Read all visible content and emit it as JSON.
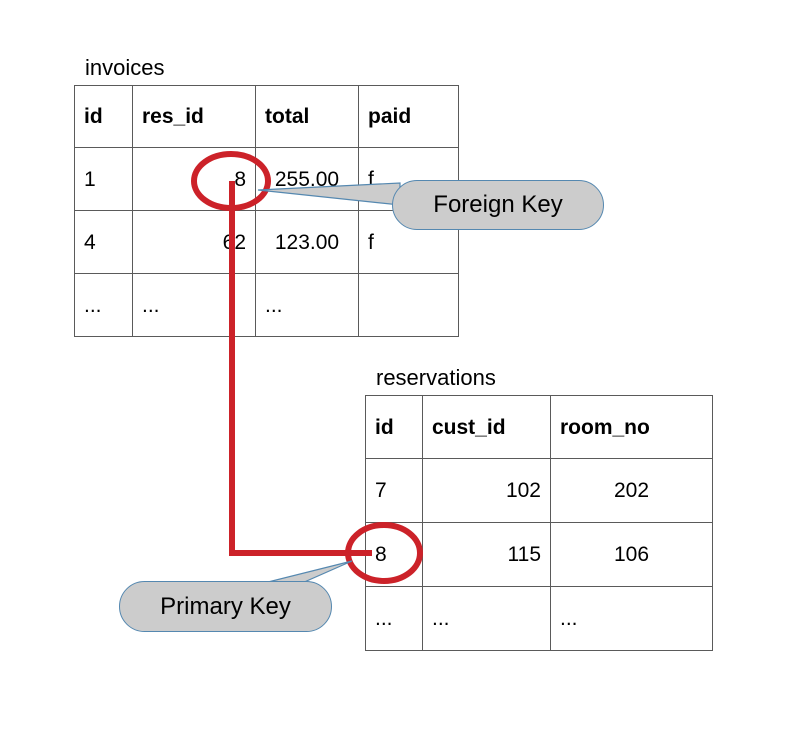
{
  "diagram": {
    "title_invoices": "invoices",
    "title_reservations": "reservations",
    "accent_key_color": "#cc2229",
    "callout_fill": "#cccccc",
    "callout_border": "#5588b0",
    "table_border": "#5a5a5a"
  },
  "invoices": {
    "name": "invoices",
    "columns": [
      "id",
      "res_id",
      "total",
      "paid"
    ],
    "rows": [
      {
        "id": "1",
        "res_id": "8",
        "total": "255.00",
        "paid": "f"
      },
      {
        "id": "4",
        "res_id": "62",
        "total": "123.00",
        "paid": "f"
      },
      {
        "id": "...",
        "res_id": "...",
        "total": "...",
        "paid": ""
      }
    ],
    "highlighted_cell": {
      "row": 0,
      "column": "res_id",
      "value": "8"
    }
  },
  "reservations": {
    "name": "reservations",
    "columns": [
      "id",
      "cust_id",
      "room_no"
    ],
    "rows": [
      {
        "id": "7",
        "cust_id": "102",
        "room_no": "202"
      },
      {
        "id": "8",
        "cust_id": "115",
        "room_no": "106"
      },
      {
        "id": "...",
        "cust_id": "...",
        "room_no": "..."
      }
    ],
    "highlighted_cell": {
      "row": 1,
      "column": "id",
      "value": "8"
    }
  },
  "callouts": {
    "foreign_key": "Foreign Key",
    "primary_key": "Primary Key"
  }
}
